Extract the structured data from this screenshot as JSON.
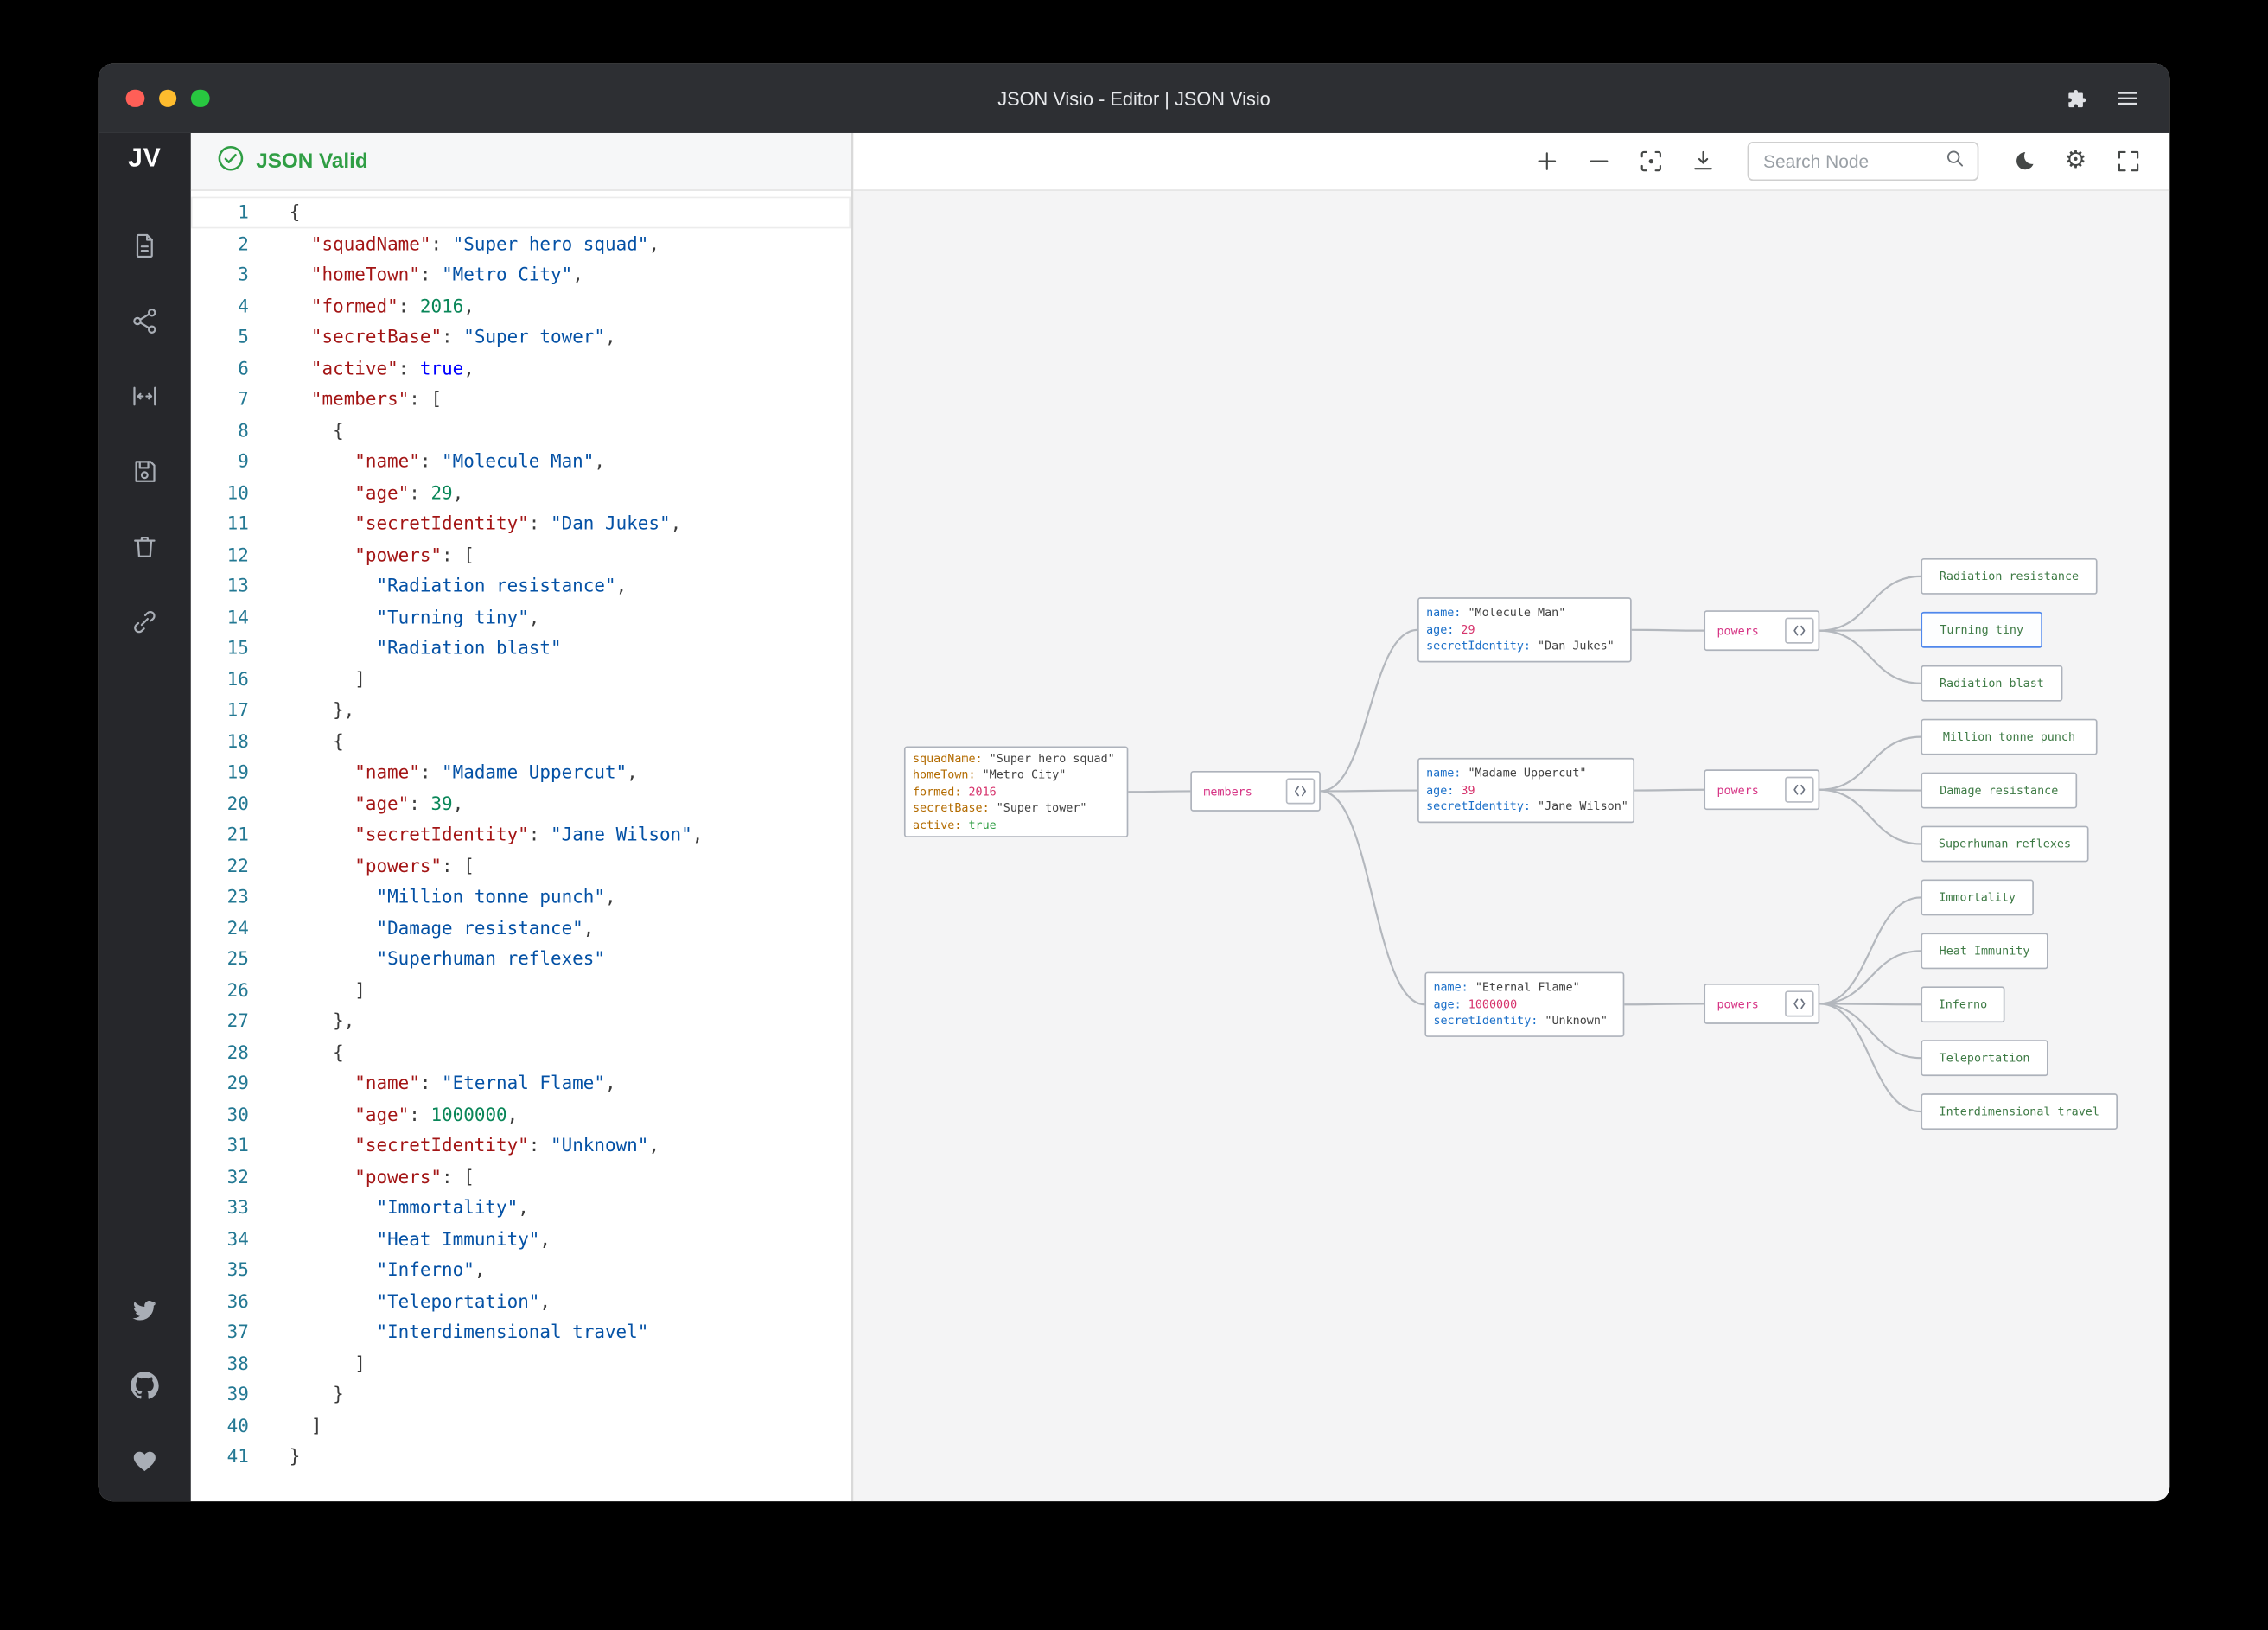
{
  "window": {
    "title": "JSON Visio - Editor | JSON Visio",
    "traffic_lights": {
      "close": "#ff5f57",
      "minimize": "#febc2e",
      "zoom": "#28c840"
    }
  },
  "sidebar": {
    "logo": "JV",
    "icons": [
      "document-icon",
      "share-icon",
      "fit-width-icon",
      "save-icon",
      "trash-icon",
      "link-icon"
    ],
    "bottom_icons": [
      "twitter-icon",
      "github-icon",
      "heart-icon"
    ]
  },
  "editor": {
    "status": "JSON Valid",
    "lines": [
      "{",
      "  \"squadName\": \"Super hero squad\",",
      "  \"homeTown\": \"Metro City\",",
      "  \"formed\": 2016,",
      "  \"secretBase\": \"Super tower\",",
      "  \"active\": true,",
      "  \"members\": [",
      "    {",
      "      \"name\": \"Molecule Man\",",
      "      \"age\": 29,",
      "      \"secretIdentity\": \"Dan Jukes\",",
      "      \"powers\": [",
      "        \"Radiation resistance\",",
      "        \"Turning tiny\",",
      "        \"Radiation blast\"",
      "      ]",
      "    },",
      "    {",
      "      \"name\": \"Madame Uppercut\",",
      "      \"age\": 39,",
      "      \"secretIdentity\": \"Jane Wilson\",",
      "      \"powers\": [",
      "        \"Million tonne punch\",",
      "        \"Damage resistance\",",
      "        \"Superhuman reflexes\"",
      "      ]",
      "    },",
      "    {",
      "      \"name\": \"Eternal Flame\",",
      "      \"age\": 1000000,",
      "      \"secretIdentity\": \"Unknown\",",
      "      \"powers\": [",
      "        \"Immortality\",",
      "        \"Heat Immunity\",",
      "        \"Inferno\",",
      "        \"Teleportation\",",
      "        \"Interdimensional travel\"",
      "      ]",
      "    }",
      "  ]",
      "}"
    ]
  },
  "toolbar": {
    "search_placeholder": "Search Node",
    "icons": [
      "zoom-in-icon",
      "zoom-out-icon",
      "center-focus-icon",
      "download-icon",
      "search-icon",
      "moon-icon",
      "gear-icon",
      "fullscreen-icon"
    ]
  },
  "graph": {
    "nodes": [
      {
        "id": "root",
        "kind": "object",
        "rows": [
          {
            "key": "squadName",
            "value": "\"Super hero squad\"",
            "vtype": "string"
          },
          {
            "key": "homeTown",
            "value": "\"Metro City\"",
            "vtype": "string"
          },
          {
            "key": "formed",
            "value": "2016",
            "vtype": "number"
          },
          {
            "key": "secretBase",
            "value": "\"Super tower\"",
            "vtype": "string"
          },
          {
            "key": "active",
            "value": "true",
            "vtype": "bool"
          }
        ]
      },
      {
        "id": "members",
        "kind": "parent",
        "label": "members"
      },
      {
        "id": "m1",
        "kind": "object",
        "rows": [
          {
            "key": "name",
            "value": "\"Molecule Man\"",
            "vtype": "string"
          },
          {
            "key": "age",
            "value": "29",
            "vtype": "number"
          },
          {
            "key": "secretIdentity",
            "value": "\"Dan Jukes\"",
            "vtype": "string"
          }
        ]
      },
      {
        "id": "m2",
        "kind": "object",
        "rows": [
          {
            "key": "name",
            "value": "\"Madame Uppercut\"",
            "vtype": "string"
          },
          {
            "key": "age",
            "value": "39",
            "vtype": "number"
          },
          {
            "key": "secretIdentity",
            "value": "\"Jane Wilson\"",
            "vtype": "string"
          }
        ]
      },
      {
        "id": "m3",
        "kind": "object",
        "rows": [
          {
            "key": "name",
            "value": "\"Eternal Flame\"",
            "vtype": "string"
          },
          {
            "key": "age",
            "value": "1000000",
            "vtype": "number"
          },
          {
            "key": "secretIdentity",
            "value": "\"Unknown\"",
            "vtype": "string"
          }
        ]
      },
      {
        "id": "p1",
        "kind": "parent",
        "label": "powers"
      },
      {
        "id": "p2",
        "kind": "parent",
        "label": "powers"
      },
      {
        "id": "p3",
        "kind": "parent",
        "label": "powers"
      },
      {
        "id": "l1",
        "kind": "leaf",
        "label": "Radiation resistance"
      },
      {
        "id": "l2",
        "kind": "leaf",
        "label": "Turning tiny",
        "selected": true
      },
      {
        "id": "l3",
        "kind": "leaf",
        "label": "Radiation blast"
      },
      {
        "id": "l4",
        "kind": "leaf",
        "label": "Million tonne punch"
      },
      {
        "id": "l5",
        "kind": "leaf",
        "label": "Damage resistance"
      },
      {
        "id": "l6",
        "kind": "leaf",
        "label": "Superhuman reflexes"
      },
      {
        "id": "l7",
        "kind": "leaf",
        "label": "Immortality"
      },
      {
        "id": "l8",
        "kind": "leaf",
        "label": "Heat Immunity"
      },
      {
        "id": "l9",
        "kind": "leaf",
        "label": "Inferno"
      },
      {
        "id": "l10",
        "kind": "leaf",
        "label": "Teleportation"
      },
      {
        "id": "l11",
        "kind": "leaf",
        "label": "Interdimensional travel"
      }
    ],
    "edges": [
      [
        "root",
        "members"
      ],
      [
        "members",
        "m1"
      ],
      [
        "members",
        "m2"
      ],
      [
        "members",
        "m3"
      ],
      [
        "m1",
        "p1"
      ],
      [
        "m2",
        "p2"
      ],
      [
        "m3",
        "p3"
      ],
      [
        "p1",
        "l1"
      ],
      [
        "p1",
        "l2"
      ],
      [
        "p1",
        "l3"
      ],
      [
        "p2",
        "l4"
      ],
      [
        "p2",
        "l5"
      ],
      [
        "p2",
        "l6"
      ],
      [
        "p3",
        "l7"
      ],
      [
        "p3",
        "l8"
      ],
      [
        "p3",
        "l9"
      ],
      [
        "p3",
        "l10"
      ],
      [
        "p3",
        "l11"
      ]
    ]
  }
}
